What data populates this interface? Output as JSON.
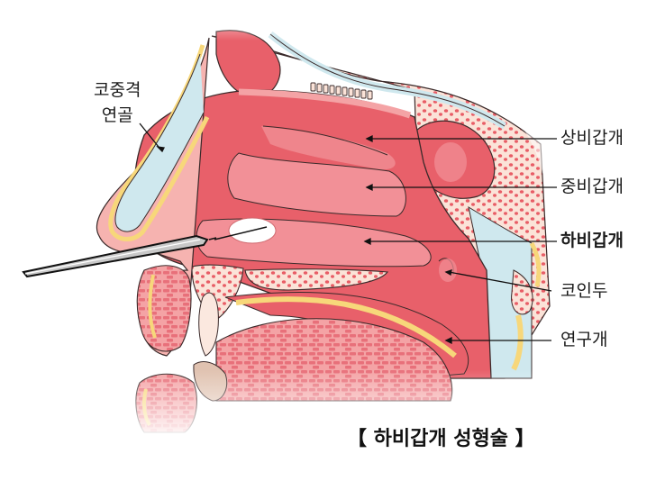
{
  "figure": {
    "title": "【 하비갑개 성형술 】",
    "type": "sagittal section of nasal cavity",
    "colors": {
      "mucosa": "#e8606a",
      "mucosa_light": "#f49aa0",
      "skin": "#f6b3b0",
      "bone": "#fbe3d8",
      "marrow": "#e85d66",
      "cartilage": "#cfe8ee",
      "fat": "#f7d77a",
      "needle": "#c8c8c8",
      "outline": "#3a2a2a",
      "leader_line": "#111111"
    }
  },
  "labels": {
    "septal_cartilage_line1": "코중격",
    "septal_cartilage_line2": "연골",
    "superior_turbinate": "상비갑개",
    "middle_turbinate": "중비갑개",
    "inferior_turbinate": "하비갑개",
    "adenoid": "코인두",
    "soft_palate": "연구개"
  },
  "highlighted_label": "하비갑개"
}
